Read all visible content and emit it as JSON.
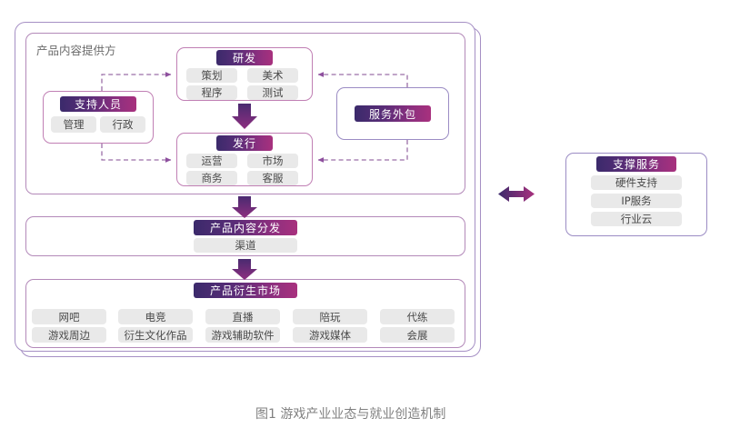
{
  "figure": {
    "caption": "图1  游戏产业业态与就业创造机制"
  },
  "provider_section": {
    "label": "产品内容提供方"
  },
  "groups": {
    "support_staff": {
      "title": "支持人员",
      "items": [
        "管理",
        "行政"
      ]
    },
    "rd": {
      "title": "研发",
      "items": [
        "策划",
        "美术",
        "程序",
        "测试"
      ]
    },
    "publishing": {
      "title": "发行",
      "items": [
        "运营",
        "市场",
        "商务",
        "客服"
      ]
    },
    "outsourcing": {
      "title": "服务外包",
      "items": []
    },
    "distribution": {
      "title": "产品内容分发",
      "items": [
        "渠道"
      ]
    },
    "derivative_market": {
      "title": "产品衍生市场",
      "row1": [
        "网吧",
        "电竞",
        "直播",
        "陪玩",
        "代练"
      ],
      "row2": [
        "游戏周边",
        "衍生文化作品",
        "游戏辅助软件",
        "游戏媒体",
        "会展"
      ]
    },
    "support_services": {
      "title": "支撑服务",
      "items": [
        "硬件支持",
        "IP服务",
        "行业云"
      ]
    }
  },
  "connectors": {
    "arrow_rd_to_publishing": "down-arrow-icon",
    "arrow_provider_to_distribution": "down-arrow-icon",
    "arrow_distribution_to_derivative": "down-arrow-icon",
    "arrow_bidirectional": "double-headed-arrow-icon",
    "dashed_support_to_rd": "dashed-arrow-icon",
    "dashed_support_to_publishing": "dashed-arrow-icon",
    "dashed_outsourcing_to_rd": "dashed-arrow-icon",
    "dashed_outsourcing_to_publishing": "dashed-arrow-icon"
  },
  "colors": {
    "badge_start": "#3b2a6b",
    "badge_end": "#a8317e",
    "chip_bg": "#e9e9e9",
    "chip_text": "#4a4a4a",
    "frame_border": "#a58fc4",
    "group_border": "#c07fb4",
    "arrow_fill": "#6b2d7a",
    "dashed_line": "#9b6fa8",
    "caption_text": "#808080"
  }
}
